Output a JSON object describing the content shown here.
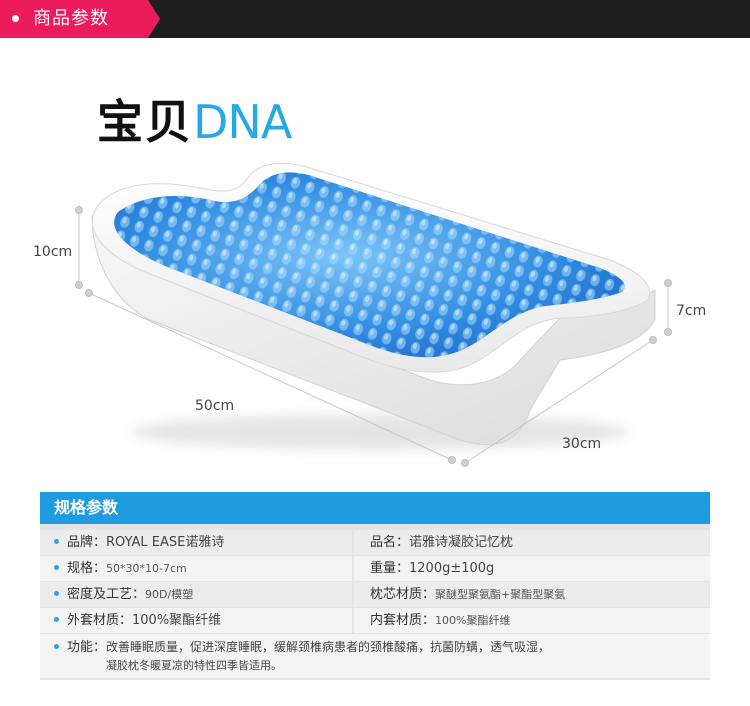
{
  "header": {
    "title": "商品参数"
  },
  "heading": {
    "cn": "宝贝",
    "en": "DNA"
  },
  "dimensions": {
    "height_left": "10cm",
    "height_right": "7cm",
    "length": "50cm",
    "width": "30cm"
  },
  "spec": {
    "title": "规格参数",
    "rows": [
      {
        "left_label": "品牌：",
        "left_value": "ROYAL EASE诺雅诗",
        "right_label": "品名：",
        "right_value": "诺雅诗凝胶记忆枕"
      },
      {
        "left_label": "规格：",
        "left_value": "50*30*10-7cm",
        "right_label": "重量：",
        "right_value": "1200g±100g"
      },
      {
        "left_label": "密度及工艺：",
        "left_value": "90D/模塑",
        "right_label": "枕芯材质：",
        "right_value": "聚醚型聚氨酯+聚酯型聚氨"
      },
      {
        "left_label": "外套材质：",
        "left_value": "100%聚酯纤维",
        "right_label": "内套材质：",
        "right_value": "100%聚酯纤维"
      }
    ],
    "function_label": "功能：",
    "function_line1": "改善睡眠质量，促进深度睡眠，缓解颈椎病患者的颈椎酸痛，抗菌防螨，透气吸湿，",
    "function_line2": "凝胶枕冬暖夏凉的特性四季皆适用。"
  },
  "colors": {
    "accent_pink": "#ec1c5c",
    "accent_blue": "#1f9be0",
    "heading_blue": "#29a8e6",
    "gel_blue": "#2a7fd8"
  }
}
